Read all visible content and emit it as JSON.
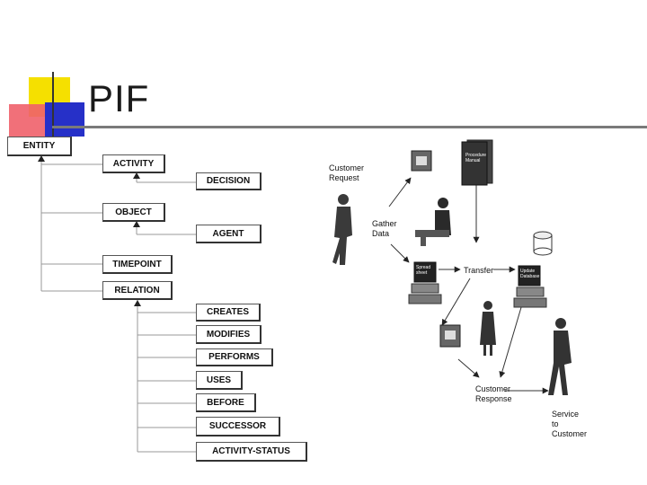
{
  "slide": {
    "title": "PIF"
  },
  "hierarchy": {
    "root": "ENTITY",
    "level1": [
      "ACTIVITY",
      "OBJECT",
      "TIMEPOINT",
      "RELATION"
    ],
    "activity_children": [
      "DECISION"
    ],
    "object_children": [
      "AGENT"
    ],
    "relation_children": [
      "CREATES",
      "MODIFIES",
      "PERFORMS",
      "USES",
      "BEFORE",
      "SUCCESSOR",
      "ACTIVITY-STATUS"
    ]
  },
  "process": {
    "customer_request": "Customer Request",
    "gather_data": "Gather Data",
    "transfer": "Transfer",
    "customer_response": "Customer Response",
    "service_to_customer": "Service to Customer",
    "manual_label": "Procedure Manual",
    "sheet_label": "Spread sheet",
    "update_label": "Update Database"
  },
  "colors": {
    "yellow": "#f5e000",
    "red": "#e8232f",
    "blue": "#2630c8",
    "rule": "#7a7a7a"
  }
}
